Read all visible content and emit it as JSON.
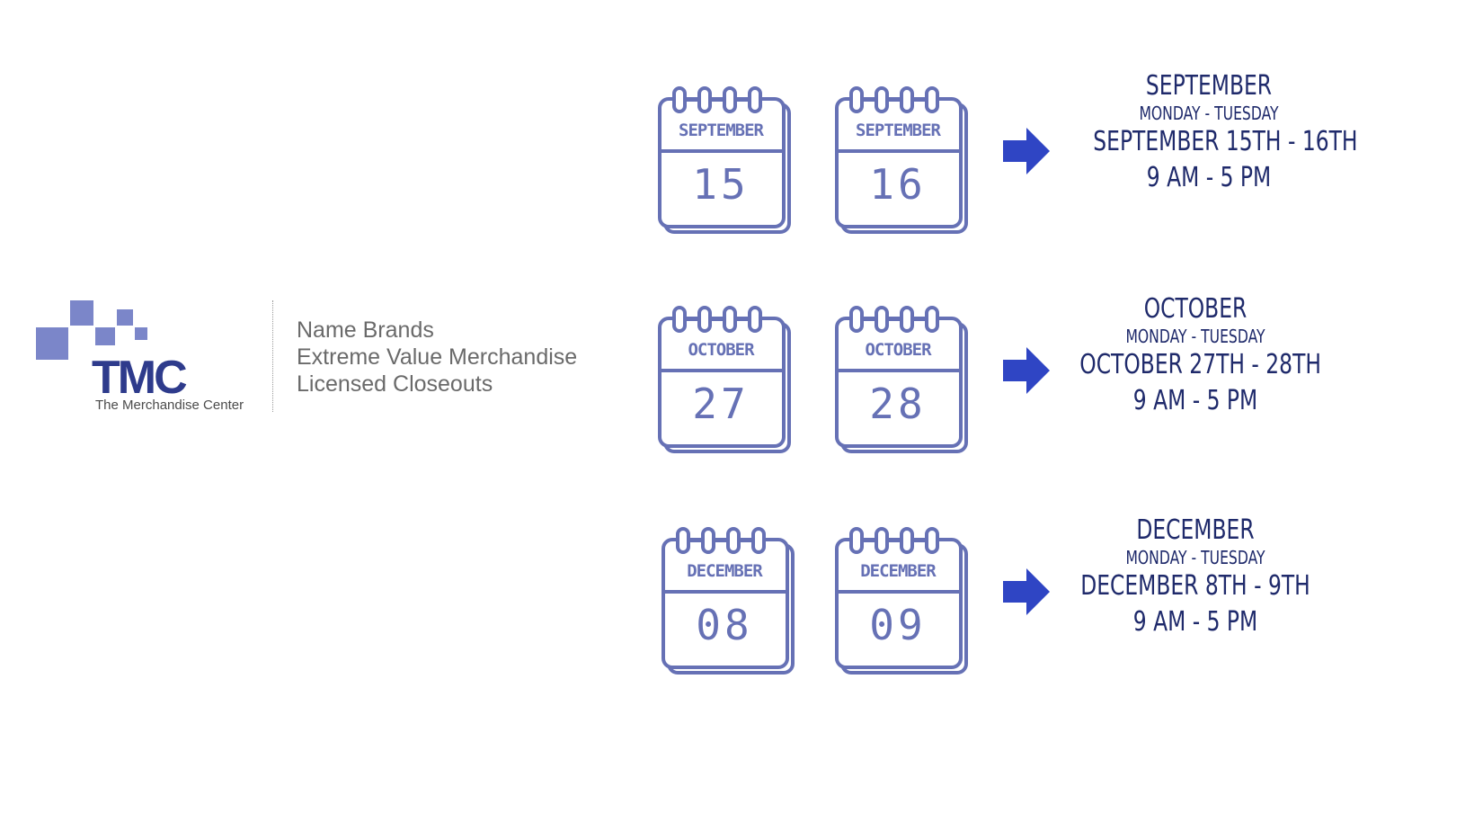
{
  "logo": {
    "wordmark": "TMC",
    "subtitle": "The Merchandise Center",
    "brand_color": "#7b86c9",
    "text_color": "#2e3b8c"
  },
  "taglines": [
    "Name Brands",
    "Extreme Value Merchandise",
    "Licensed Closeouts"
  ],
  "events": [
    {
      "calendars": [
        {
          "month": "SEPTEMBER",
          "day": "15"
        },
        {
          "month": "SEPTEMBER",
          "day": "16"
        }
      ],
      "month": "SEPTEMBER",
      "days": "MONDAY - TUESDAY",
      "range": "SEPTEMBER 15TH - 16TH",
      "hours": "9 AM - 5 PM"
    },
    {
      "calendars": [
        {
          "month": "OCTOBER",
          "day": "27"
        },
        {
          "month": "OCTOBER",
          "day": "28"
        }
      ],
      "month": "OCTOBER",
      "days": "MONDAY - TUESDAY",
      "range": "OCTOBER 27TH - 28TH",
      "hours": "9 AM - 5 PM"
    },
    {
      "calendars": [
        {
          "month": "DECEMBER",
          "day": "08"
        },
        {
          "month": "DECEMBER",
          "day": "09"
        }
      ],
      "month": "DECEMBER",
      "days": "MONDAY - TUESDAY",
      "range": "DECEMBER 8TH - 9TH",
      "hours": "9 AM - 5 PM"
    }
  ],
  "icons": {
    "calendar": "calendar-icon",
    "arrow": "arrow-right-icon"
  },
  "colors": {
    "calendar": "#6671b5",
    "arrow": "#2f45c4",
    "info_text": "#1f2a6b",
    "tagline": "#6a6a6a"
  }
}
